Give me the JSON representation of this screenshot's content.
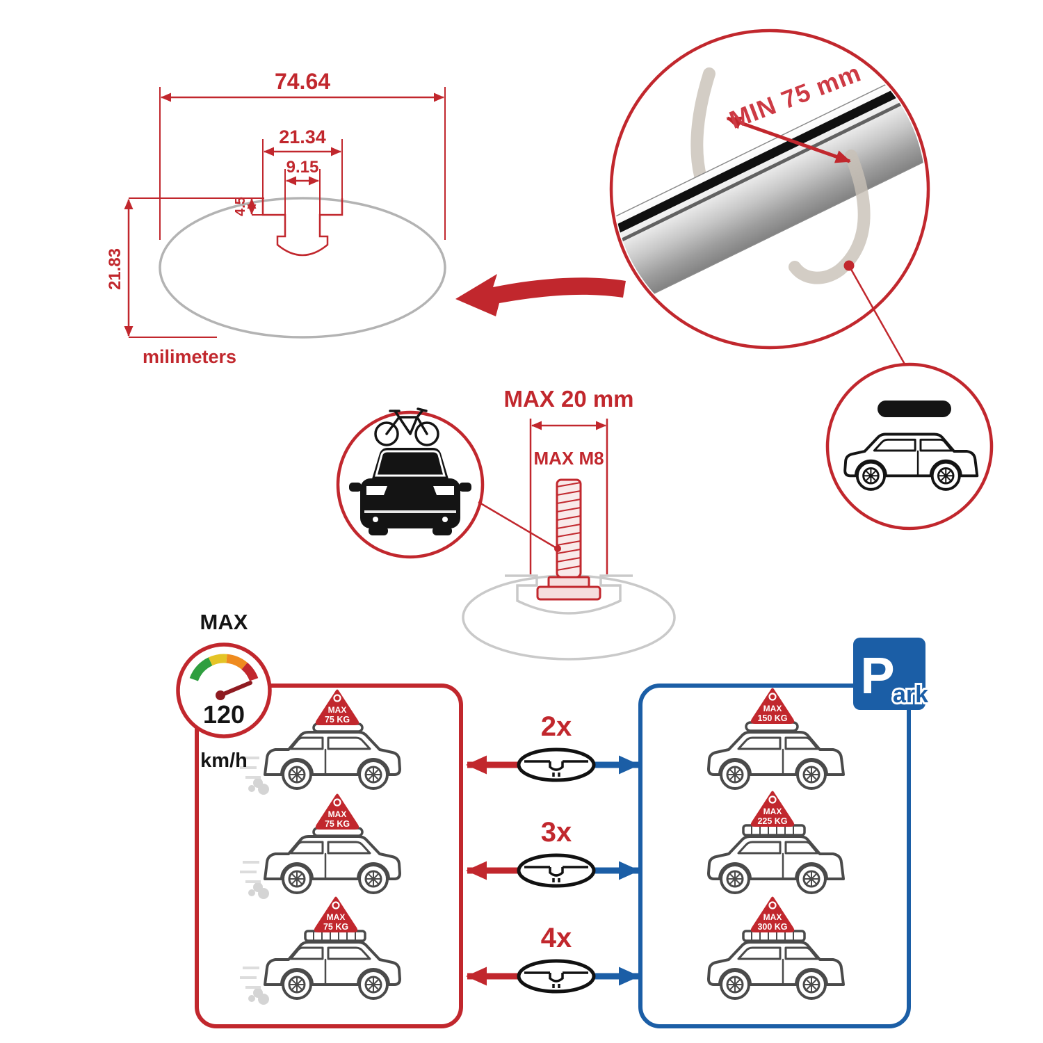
{
  "colors": {
    "red": "#c1272d",
    "blue": "#1b5ea6",
    "ghost_gray": "#c9c9c9",
    "line_dark": "#141414",
    "car_gray": "#4a4a4a"
  },
  "tech_drawing": {
    "total_width": "74.64",
    "channel_width": "21.34",
    "slot_width": "9.15",
    "step_depth": "4.5",
    "total_height": "21.83",
    "units": "milimeters"
  },
  "bar_detail": {
    "min_span": "MIN 75 mm"
  },
  "bolt": {
    "max_length": "MAX 20 mm",
    "max_thread": "MAX M8"
  },
  "gauge": {
    "label": "MAX",
    "value": "120",
    "units": "km/h"
  },
  "parking_sign": {
    "letter": "P",
    "suffix": "ark"
  },
  "driving_cars": [
    {
      "badge": "MAX",
      "weight": "75 KG"
    },
    {
      "badge": "MAX",
      "weight": "75 KG"
    },
    {
      "badge": "MAX",
      "weight": "75 KG"
    }
  ],
  "parked_cars": [
    {
      "badge": "MAX",
      "weight": "150 KG"
    },
    {
      "badge": "MAX",
      "weight": "225 KG"
    },
    {
      "badge": "MAX",
      "weight": "300 KG"
    }
  ],
  "multipliers": [
    {
      "label": "2x"
    },
    {
      "label": "3x"
    },
    {
      "label": "4x"
    }
  ]
}
